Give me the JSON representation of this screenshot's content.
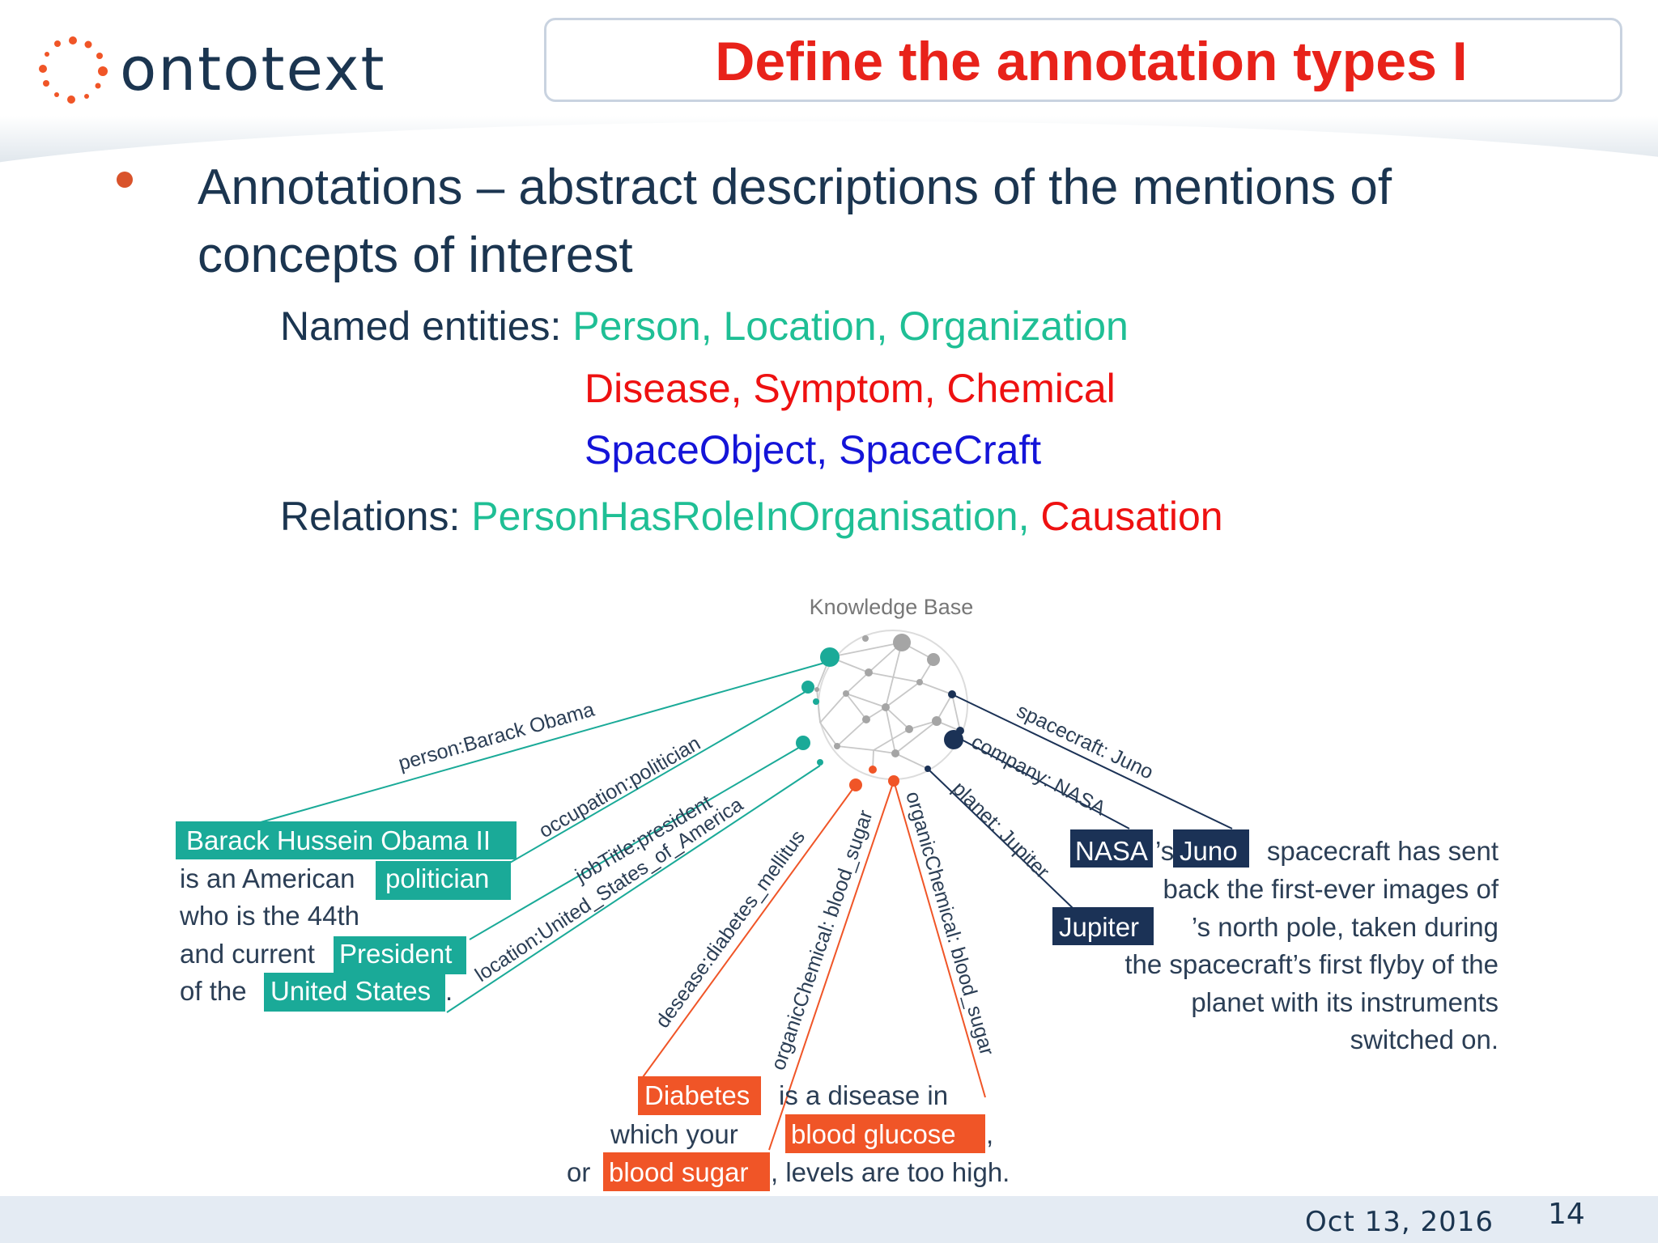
{
  "logo": {
    "text": "ontotext"
  },
  "title": "Define the annotation types I",
  "bullet": {
    "line1": "Annotations – abstract descriptions of the mentions of",
    "line2": "concepts of interest"
  },
  "named_entities": {
    "label": "Named entities:",
    "group1": "Person, Location, Organization",
    "group2": "Disease, Symptom, Chemical",
    "group3": "SpaceObject, SpaceCraft"
  },
  "relations": {
    "label": "Relations:",
    "green": "PersonHasRoleInOrganisation,",
    "red": "Causation"
  },
  "figure": {
    "kb_label": "Knowledge Base",
    "edge_labels": {
      "person": "person:Barack Obama",
      "occupation": "occupation:politician",
      "jobtitle": "jobTitle:president",
      "location": "location:United_States_of_America",
      "disease": "desease:diabetes_mellitus",
      "chem1": "organicChemical: blood_sugar",
      "chem2": "organicChemical: blood_sugar",
      "spacecraft": "spacecraft: Juno",
      "company": "company: NASA",
      "planet": "planet: Jupiter"
    },
    "obama_text": {
      "h1": "Barack Hussein Obama II",
      "l2a": "is an American",
      "h2": "politician",
      "l3": "who is the 44th",
      "l4a": "and current",
      "h4": "President",
      "l5a": "of the",
      "h5": "United States",
      "l5b": "."
    },
    "nasa_text": {
      "h1": "NASA",
      "s1": "’s",
      "h2": "Juno",
      "l1b": "spacecraft has sent",
      "l2": "back the first-ever images of",
      "h3": "Jupiter",
      "l3b": "’s north pole, taken during",
      "l4": "the spacecraft’s first flyby of the",
      "l5": "planet with its instruments",
      "l6": "switched on."
    },
    "diabetes_text": {
      "h1": "Diabetes",
      "l1b": "is  a disease in",
      "l2a": "which your",
      "h2": "blood glucose",
      "l2b": ",",
      "l3a": "or",
      "h3": "blood sugar",
      "l3b": ", levels are too high."
    }
  },
  "colors": {
    "teal": "#1aaa98",
    "orange": "#f05527",
    "navy": "#1b3256",
    "title_red": "#e8221a",
    "kb_gray": "#b9b9b9"
  },
  "footer": {
    "date": "Oct 13, 2016",
    "page": "14"
  }
}
